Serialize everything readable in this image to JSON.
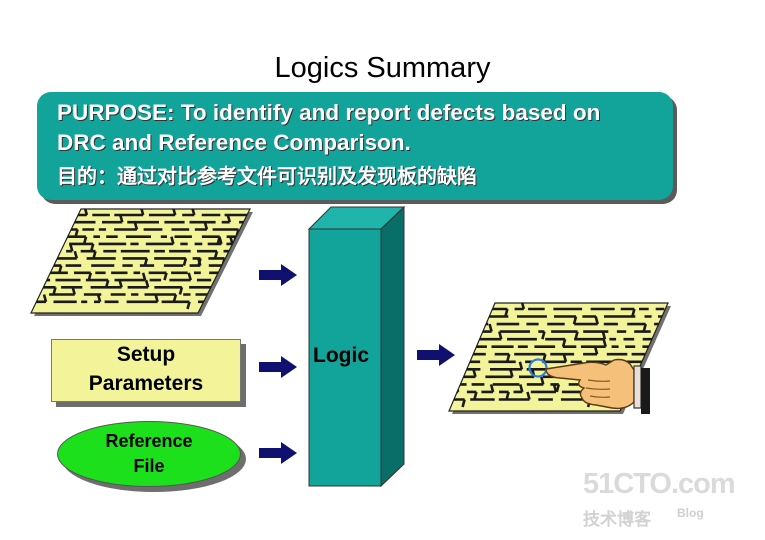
{
  "title": "Logics Summary",
  "purpose": {
    "line1": "PURPOSE: To identify and report defects based on",
    "line2": "DRC and Reference Comparison.",
    "line3_cn": "目的：通过对比参考文件可识别及发现板的缺陷"
  },
  "inputs": {
    "setup_line1": "Setup",
    "setup_line2": "Parameters",
    "reference_line1": "Reference",
    "reference_line2": "File"
  },
  "logic_label": "Logic",
  "watermark": {
    "site": "51CTO.com",
    "cn": "技术博客",
    "blog": "Blog"
  },
  "colors": {
    "banner": "#12a39a",
    "pcb": "#f3f39a",
    "logic_block": "#12a39a",
    "reference_oval": "#1be01b",
    "arrow": "#101070"
  },
  "icons": [
    "pcb-board-icon",
    "pointing-hand-icon",
    "magnifier-circle-icon",
    "arrow-right-icon"
  ]
}
